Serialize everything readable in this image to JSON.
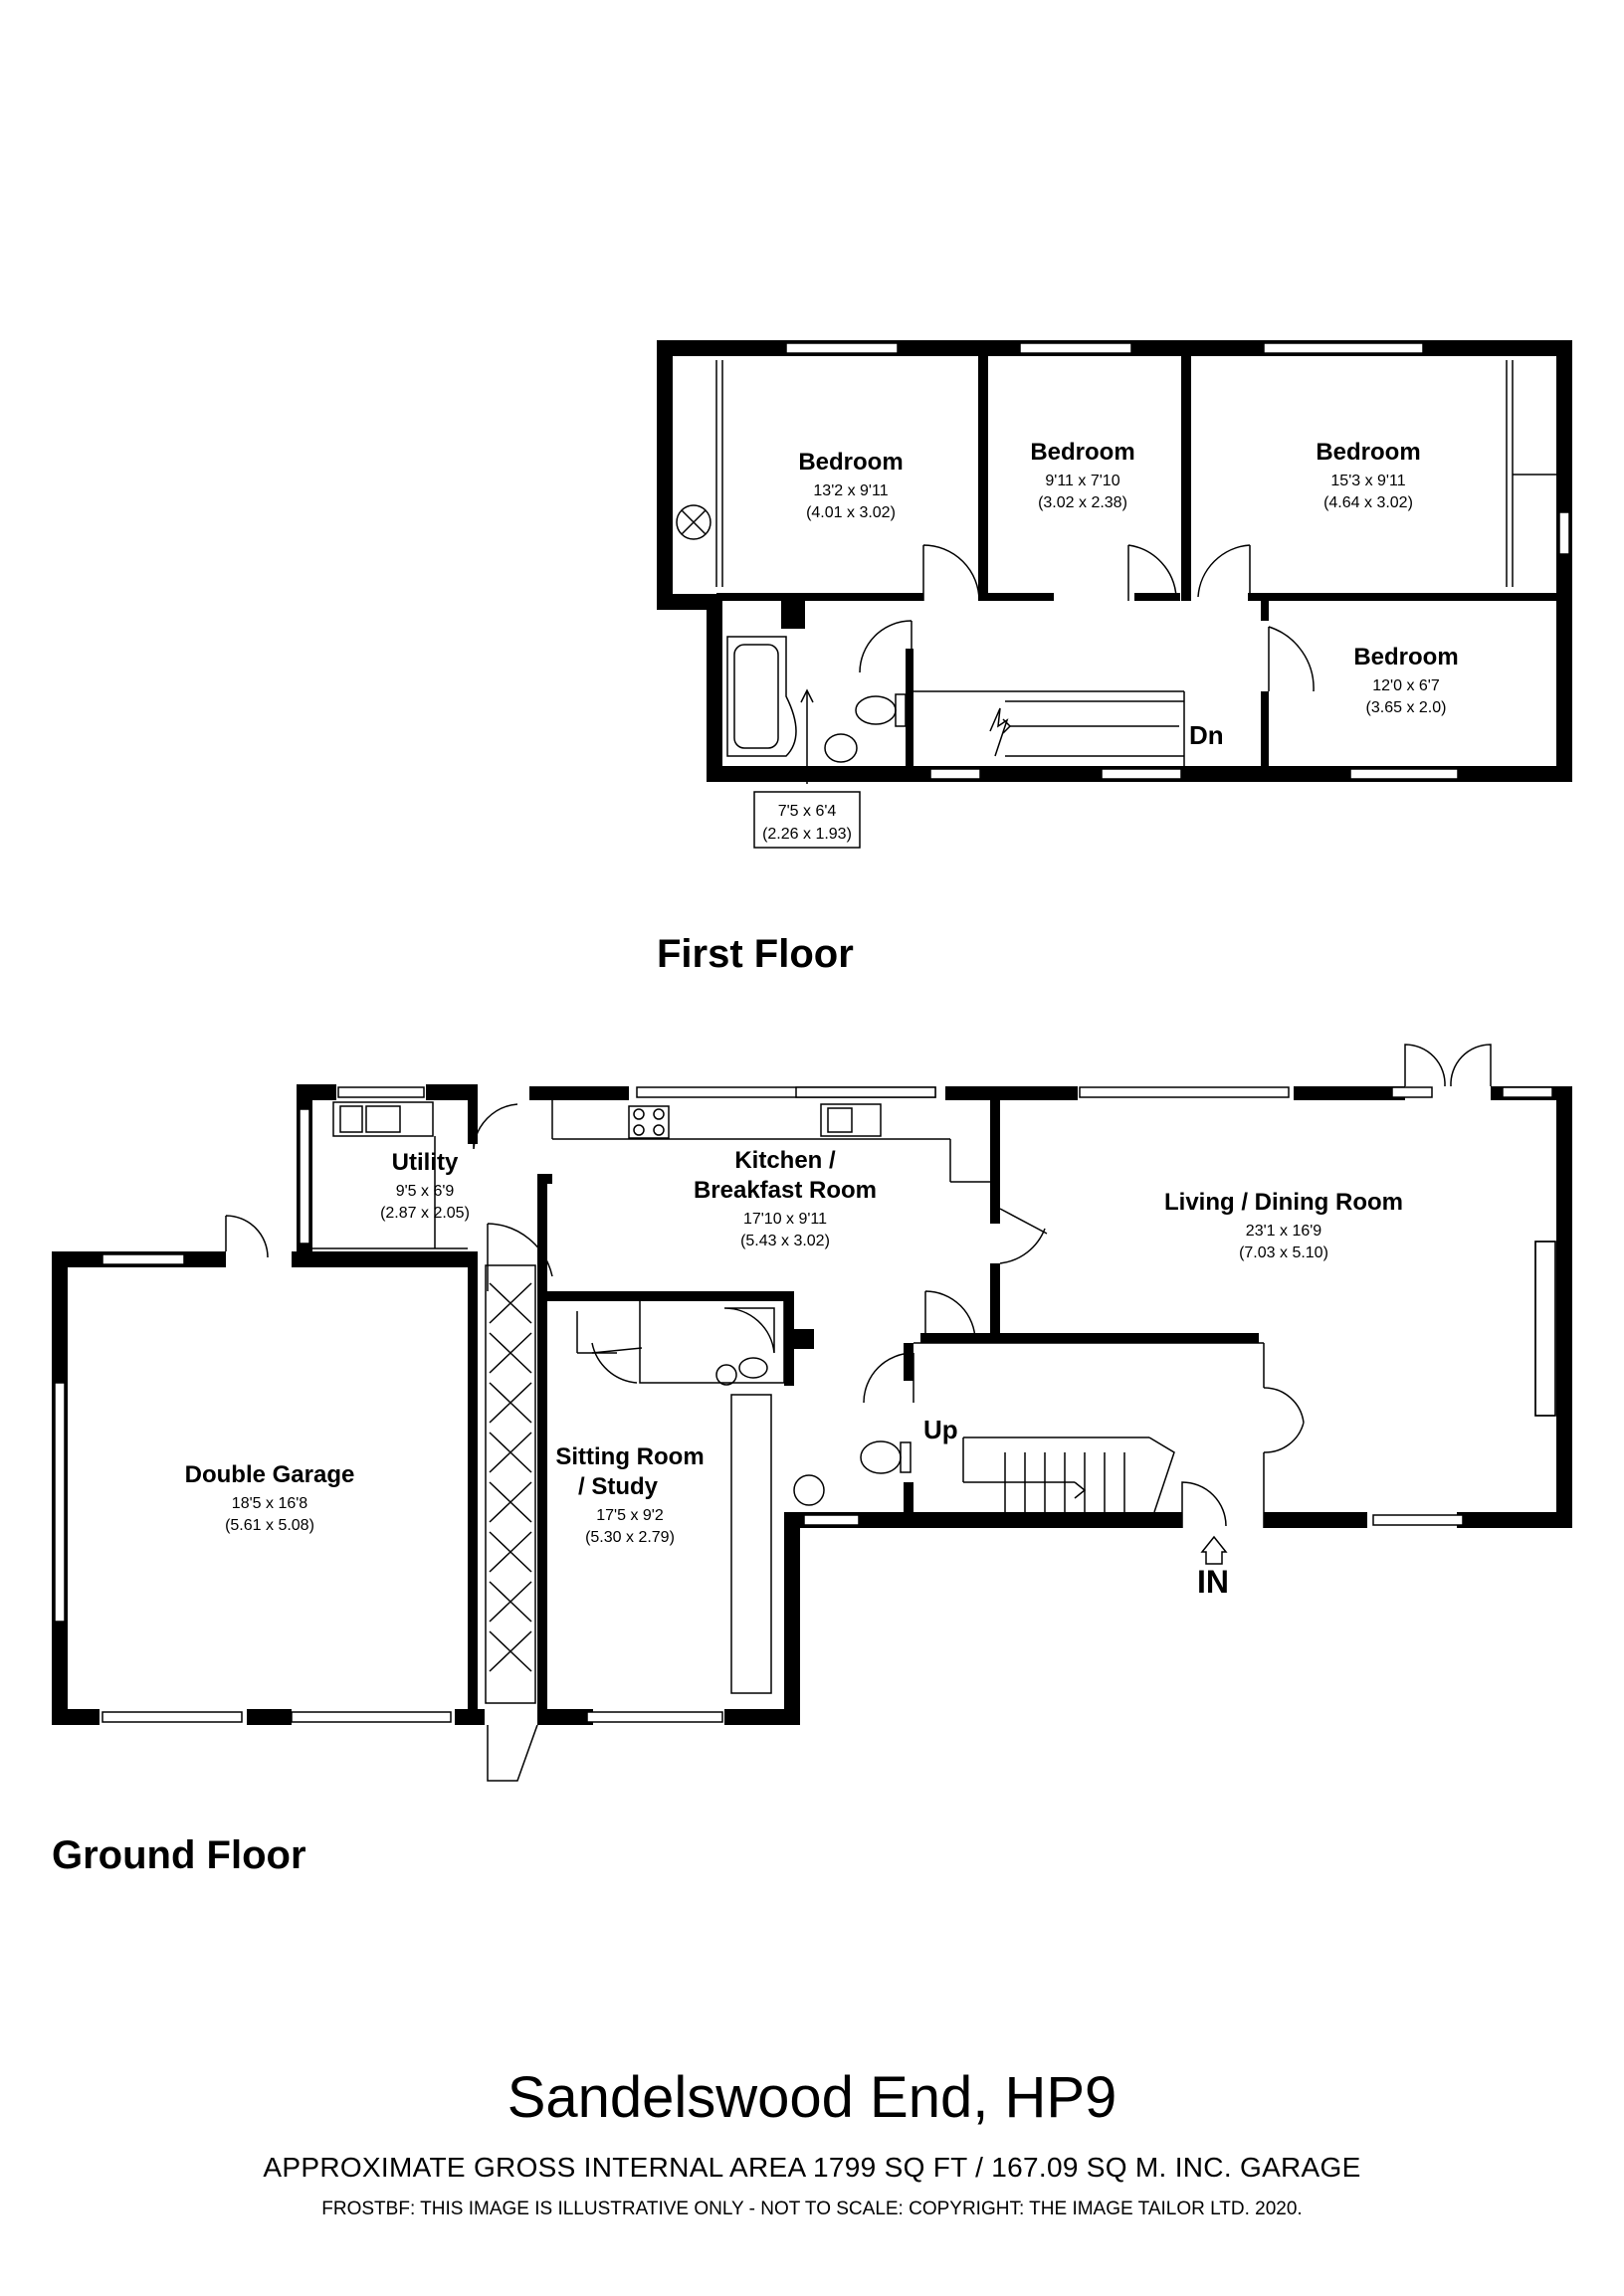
{
  "first_floor": {
    "label": "First Floor",
    "rooms": [
      {
        "name": "Bedroom",
        "dim_imperial": "13'2 x 9'11",
        "dim_metric": "(4.01 x 3.02)"
      },
      {
        "name": "Bedroom",
        "dim_imperial": "9'11 x 7'10",
        "dim_metric": "(3.02 x 2.38)"
      },
      {
        "name": "Bedroom",
        "dim_imperial": "15'3 x 9'11",
        "dim_metric": "(4.64 x 3.02)"
      },
      {
        "name": "Bedroom",
        "dim_imperial": "12'0 x 6'7",
        "dim_metric": "(3.65 x 2.0)"
      }
    ],
    "bathroom": {
      "dim_imperial": "7'5 x 6'4",
      "dim_metric": "(2.26 x 1.93)"
    },
    "stairs_label": "Dn"
  },
  "ground_floor": {
    "label": "Ground Floor",
    "rooms": [
      {
        "name": "Utility",
        "dim_imperial": "9'5 x 6'9",
        "dim_metric": "(2.87 x 2.05)"
      },
      {
        "name_line1": "Kitchen /",
        "name_line2": "Breakfast Room",
        "dim_imperial": "17'10 x 9'11",
        "dim_metric": "(5.43 x 3.02)"
      },
      {
        "name": "Living / Dining Room",
        "dim_imperial": "23'1 x 16'9",
        "dim_metric": "(7.03 x 5.10)"
      },
      {
        "name": "Double Garage",
        "dim_imperial": "18'5 x 16'8",
        "dim_metric": "(5.61 x 5.08)"
      },
      {
        "name_line1": "Sitting Room",
        "name_line2": "/  Study",
        "dim_imperial": "17'5 x 9'2",
        "dim_metric": "(5.30 x 2.79)"
      }
    ],
    "stairs_label": "Up",
    "entrance_label": "IN"
  },
  "footer": {
    "title": "Sandelswood End, HP9",
    "area": "APPROXIMATE GROSS INTERNAL AREA 1799 SQ FT / 167.09 SQ M. INC. GARAGE",
    "copyright": "FROSTBF: THIS IMAGE IS ILLUSTRATIVE ONLY - NOT TO SCALE: COPYRIGHT: THE IMAGE TAILOR LTD. 2020."
  }
}
